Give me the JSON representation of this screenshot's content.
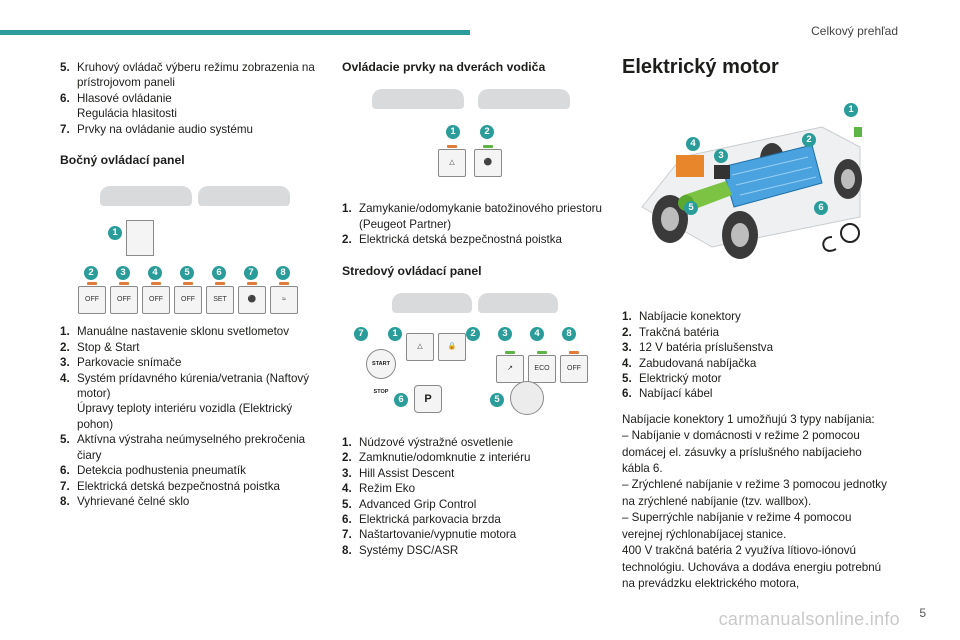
{
  "header": {
    "section_title": "Celkový prehľad"
  },
  "col1": {
    "items_top": [
      {
        "n": "5.",
        "t": "Kruhový ovládač výberu režimu zobrazenia na prístrojovom paneli"
      },
      {
        "n": "6.",
        "t": "Hlasové ovládanie",
        "sub": "Regulácia hlasitosti"
      },
      {
        "n": "7.",
        "t": "Prvky na ovládanie audio systému"
      }
    ],
    "heading": "Bočný ovládací panel",
    "figure_buttons": [
      "OFF",
      "OFF",
      "OFF",
      "OFF",
      "SET",
      "",
      ""
    ],
    "items": [
      {
        "n": "1.",
        "t": "Manuálne nastavenie sklonu svetlometov"
      },
      {
        "n": "2.",
        "t": "Stop & Start"
      },
      {
        "n": "3.",
        "t": "Parkovacie snímače"
      },
      {
        "n": "4.",
        "t": "Systém prídavného kúrenia/vetrania (Naftový motor)",
        "sub": "Úpravy teploty interiéru vozidla (Elektrický pohon)"
      },
      {
        "n": "5.",
        "t": "Aktívna výstraha neúmyselného prekročenia čiary"
      },
      {
        "n": "6.",
        "t": "Detekcia podhustenia pneumatík"
      },
      {
        "n": "7.",
        "t": "Elektrická detská bezpečnostná poistka"
      },
      {
        "n": "8.",
        "t": "Vyhrievané čelné sklo"
      }
    ]
  },
  "col2": {
    "heading1": "Ovládacie prvky na dverách vodiča",
    "items1": [
      {
        "n": "1.",
        "t": "Zamykanie/odomykanie batožinového priestoru (Peugeot Partner)"
      },
      {
        "n": "2.",
        "t": "Elektrická detská bezpečnostná poistka"
      }
    ],
    "heading2": "Stredový ovládací panel",
    "figure_labels": {
      "start": "START STOP",
      "eco": "ECO",
      "off": "OFF",
      "p": "P"
    },
    "items2": [
      {
        "n": "1.",
        "t": "Núdzové výstražné osvetlenie"
      },
      {
        "n": "2.",
        "t": "Zamknutie/odomknutie z interiéru"
      },
      {
        "n": "3.",
        "t": "Hill Assist Descent"
      },
      {
        "n": "4.",
        "t": "Režim Eko"
      },
      {
        "n": "5.",
        "t": "Advanced Grip Control"
      },
      {
        "n": "6.",
        "t": "Elektrická parkovacia brzda"
      },
      {
        "n": "7.",
        "t": "Naštartovanie/vypnutie motora"
      },
      {
        "n": "8.",
        "t": "Systémy DSC/ASR"
      }
    ]
  },
  "col3": {
    "title": "Elektrický motor",
    "items": [
      {
        "n": "1.",
        "t": "Nabíjacie konektory"
      },
      {
        "n": "2.",
        "t": "Trakčná batéria"
      },
      {
        "n": "3.",
        "t": "12 V batéria príslušenstva"
      },
      {
        "n": "4.",
        "t": "Zabudovaná nabíjačka"
      },
      {
        "n": "5.",
        "t": "Elektrický motor"
      },
      {
        "n": "6.",
        "t": "Nabíjací kábel"
      }
    ],
    "para": [
      "Nabíjacie konektory 1 umožňujú 3 typy nabíjania:",
      "– Nabíjanie v domácnosti v režime 2 pomocou domácej el. zásuvky a príslušného nabíjacieho kábla 6.",
      "– Zrýchlené nabíjanie v režime 3 pomocou jednotky na zrýchlené nabíjanie (tzv. wallbox).",
      "– Superrýchle nabíjanie v režime 4 pomocou verejnej rýchlonabíjacej stanice.",
      "400 V trakčná batéria 2 využíva lítiovo-iónovú technológiu. Uchováva a dodáva energiu potrebnú na prevádzku elektrického motora,"
    ]
  },
  "footer": {
    "page_number": "5",
    "watermark": "carmanualsonline.info"
  },
  "colors": {
    "accent": "#2a9d9a",
    "led_orange": "#e07b39",
    "led_green": "#5fb446"
  }
}
